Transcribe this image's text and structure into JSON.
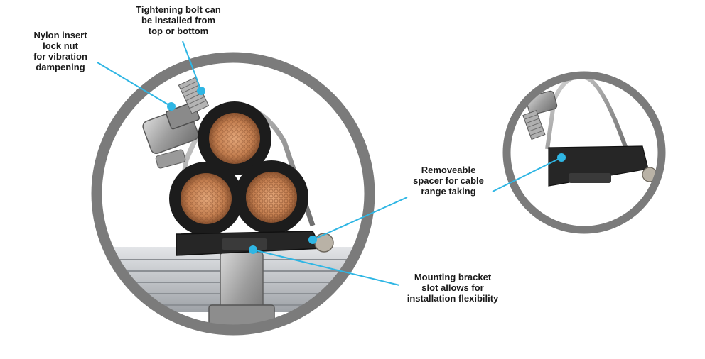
{
  "callouts": {
    "nylon_nut": "Nylon insert\nlock nut\nfor vibration\ndampening",
    "tightening_bolt": "Tightening bolt can\nbe installed from\ntop or bottom",
    "spacer": "Removeable\nspacer for cable\nrange taking",
    "mounting_slot": "Mounting bracket\nslot allows for\ninstallation flexibility"
  },
  "colors": {
    "ring": "#7b7b7b",
    "leader_line": "#2fb6e4",
    "cable_jacket": "#1c1c1c",
    "copper": "#c98a5a",
    "rail": "#b9bcc0",
    "spacer": "#2a2a2a",
    "steel": "#a7a7a7"
  },
  "icons": {
    "leader_dot": "dot-marker"
  }
}
